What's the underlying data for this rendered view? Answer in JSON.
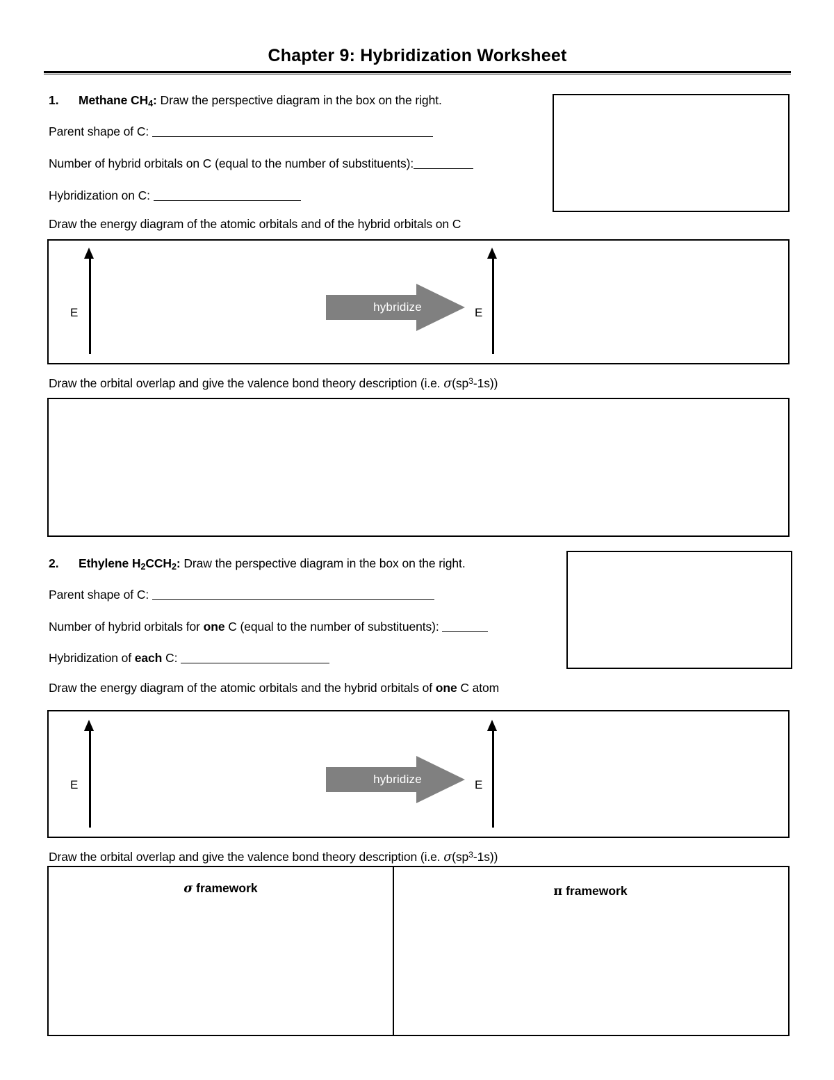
{
  "document": {
    "title": "Chapter 9: Hybridization Worksheet"
  },
  "colors": {
    "ink": "#000000",
    "paper": "#ffffff",
    "arrow_gray": "#808080",
    "arrow_text": "#ffffff"
  },
  "questions": [
    {
      "number": "1.",
      "title_bold": "Methane CH",
      "title_sub": "4",
      "title_colon": ":",
      "title_rest": " Draw the perspective diagram in the box on the right.",
      "parent_shape_label": "Parent shape of C: ",
      "hybrid_count_label": "Number of hybrid orbitals on C (equal to the number of substituents):",
      "hybridization_label": "Hybridization on C: ",
      "energy_instruction": "Draw the energy diagram of the atomic orbitals and of the hybrid orbitals on C",
      "overlap_instruction_pre": "Draw the orbital overlap and give the valence bond theory description (i.e. ",
      "overlap_sigma": "σ",
      "overlap_instruction_mid": "(sp",
      "overlap_sup": "3",
      "overlap_instruction_post": "-1s))",
      "energy_diagram": {
        "left_axis_label": "E",
        "right_axis_label": "E",
        "arrow_label": "hybridize"
      }
    },
    {
      "number": "2.",
      "title_bold": "Ethylene H",
      "title_sub1": "2",
      "title_bold2": "CCH",
      "title_sub2": "2",
      "title_colon": ":",
      "title_rest": " Draw the perspective diagram in the box on the right.",
      "parent_shape_label": "Parent shape of C: ",
      "hybrid_count_pre": "Number of hybrid orbitals for ",
      "hybrid_count_bold": "one",
      "hybrid_count_post": " C (equal to the number of substituents): ",
      "hybridization_pre": "Hybridization of ",
      "hybridization_bold": "each",
      "hybridization_post": " C: ",
      "energy_instruction_pre": "Draw the energy diagram of the atomic orbitals and the hybrid orbitals of ",
      "energy_instruction_bold": "one",
      "energy_instruction_post": " C atom",
      "overlap_instruction_pre": "Draw the orbital overlap and give the valence bond theory description (i.e. ",
      "overlap_sigma": "σ",
      "overlap_instruction_mid": "(sp",
      "overlap_sup": "3",
      "overlap_instruction_post": "-1s))",
      "energy_diagram": {
        "left_axis_label": "E",
        "right_axis_label": "E",
        "arrow_label": "hybridize"
      },
      "framework_table": {
        "sigma_symbol": "σ",
        "sigma_label": " framework",
        "pi_symbol": "π",
        "pi_label": " framework"
      }
    }
  ]
}
